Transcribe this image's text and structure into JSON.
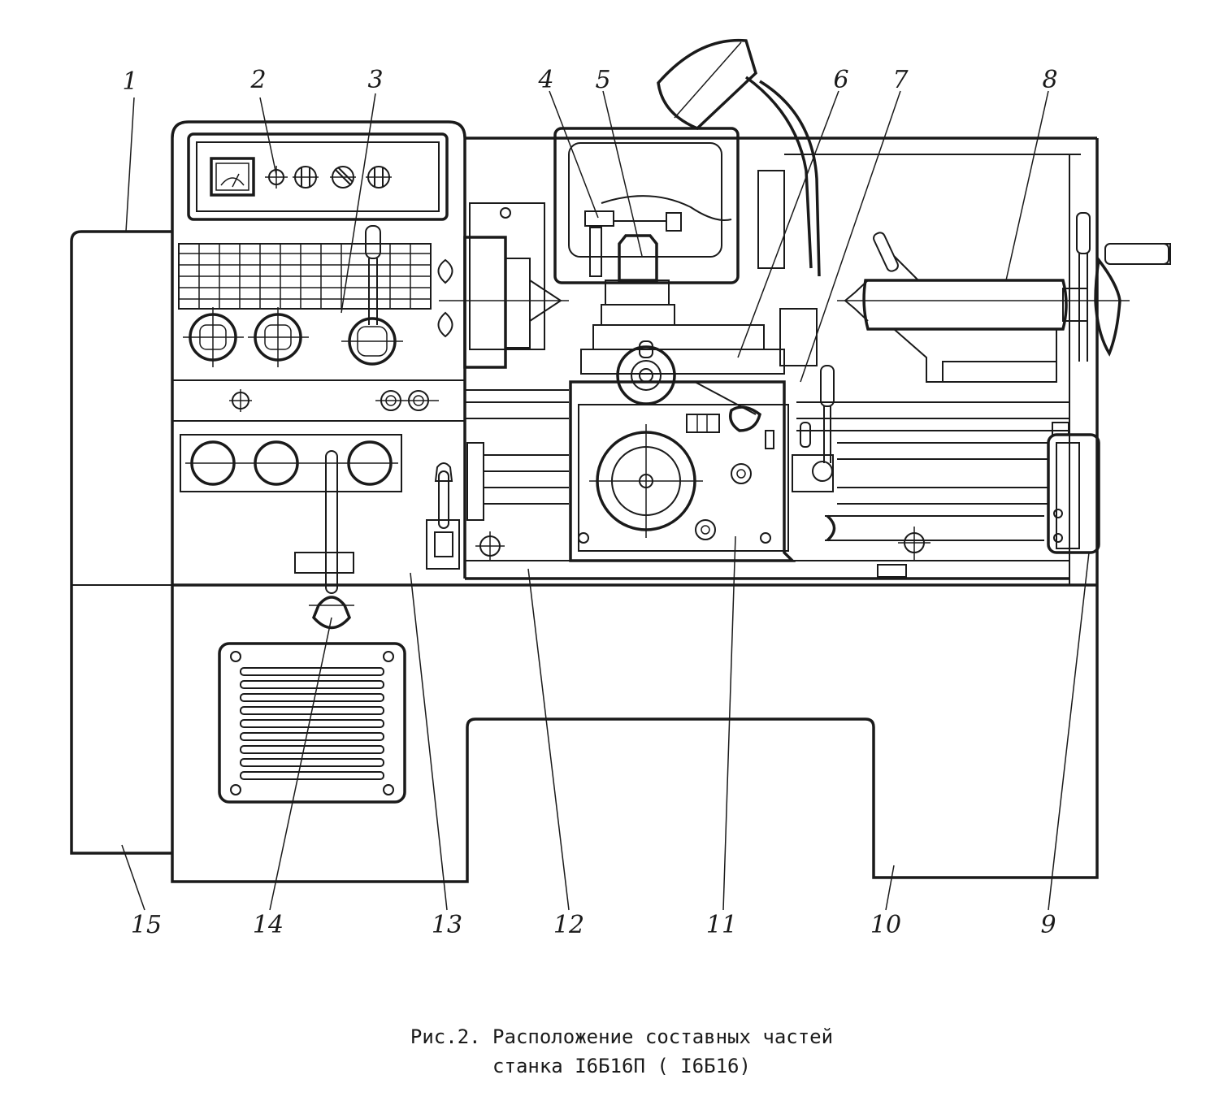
{
  "part_labels": {
    "l1": "1",
    "l2": "2",
    "l3": "3",
    "l4": "4",
    "l5": "5",
    "l6": "6",
    "l7": "7",
    "l8": "8",
    "l9": "9",
    "l10": "10",
    "l11": "11",
    "l12": "12",
    "l13": "13",
    "l14": "14",
    "l15": "15"
  },
  "caption": {
    "line1": "Рис.2. Расположение составных частей",
    "line2": "станка I6Б16П ( I6Б16)"
  }
}
